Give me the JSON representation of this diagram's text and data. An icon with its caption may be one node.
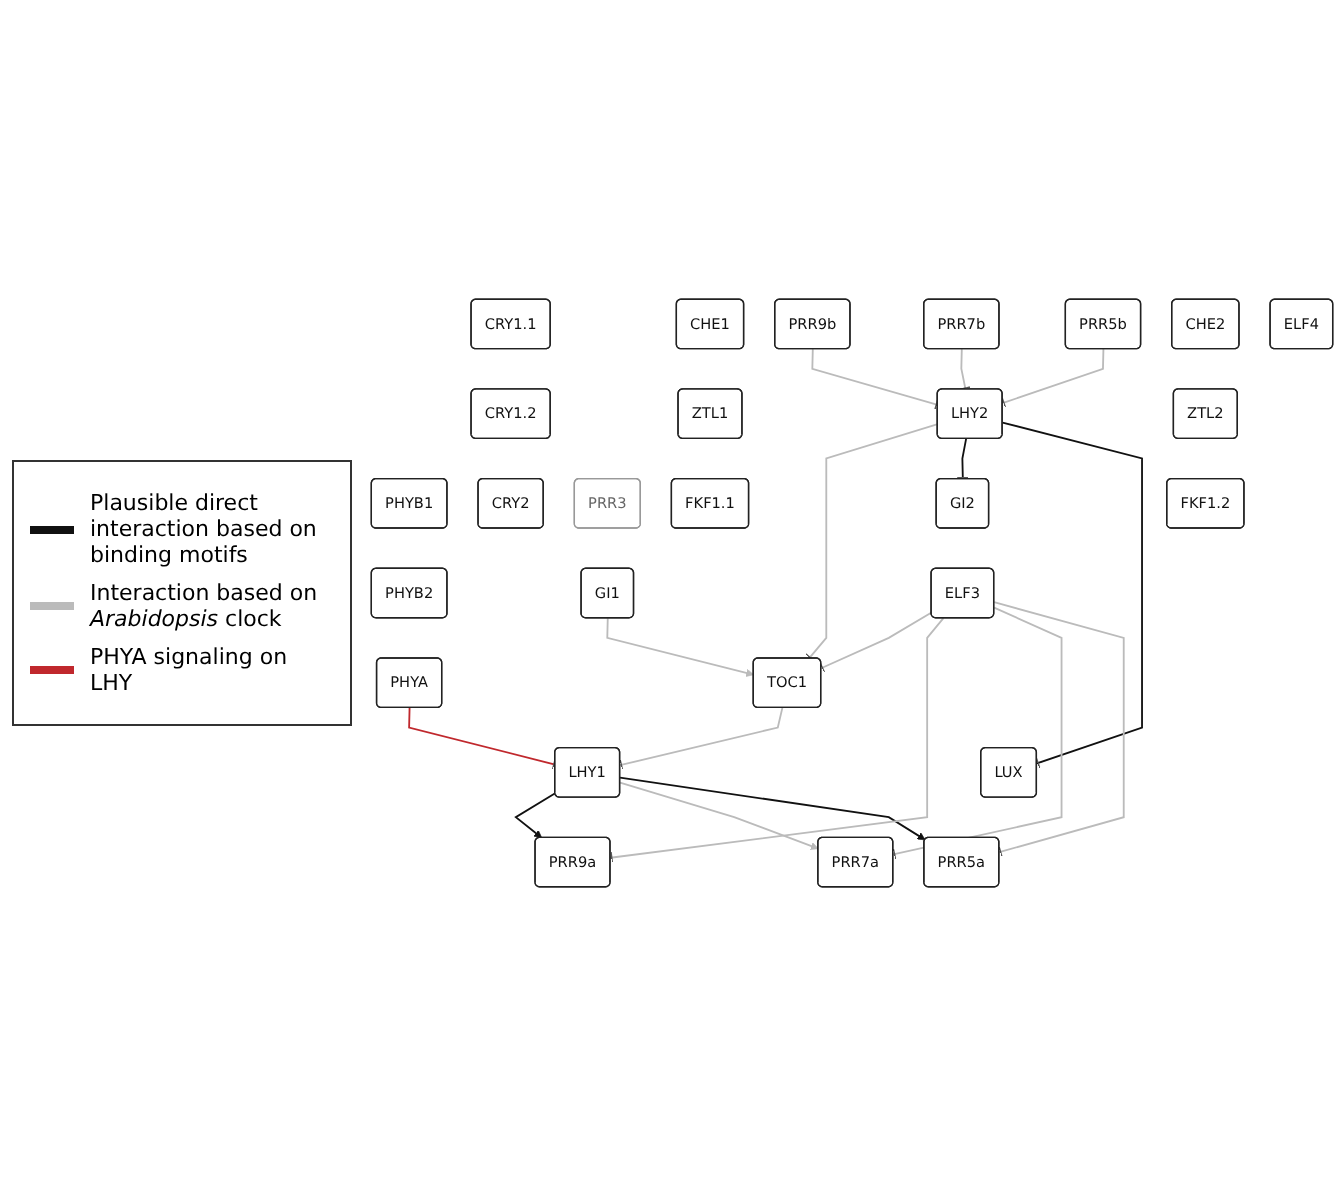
{
  "diagram": {
    "nodes": [
      {
        "text": [
          "CRY1.1"
        ]
      },
      {
        "text": [
          "PHYB1"
        ]
      },
      {
        "text": [
          "CRY1.2"
        ]
      },
      {
        "text": [
          "PHYB2"
        ]
      },
      {
        "text": [
          "CRY2"
        ]
      },
      {
        "text": [
          "PHYA"
        ]
      },
      {
        "text": [
          "PRR9a"
        ]
      },
      {
        "text": [
          "PRR9b"
        ]
      },
      {
        "text": [
          "PRR7a"
        ]
      },
      {
        "text": [
          "PRR7b"
        ]
      },
      {
        "text": [
          "PRR5a"
        ]
      },
      {
        "text": [
          "PRR5b"
        ]
      },
      {
        "text": [
          "LHY1"
        ]
      },
      {
        "text": [
          "LHY2"
        ]
      },
      {
        "text": [
          "CHE1"
        ]
      },
      {
        "text": [
          "CHE2"
        ]
      },
      {
        "text": [
          "TOC1"
        ]
      },
      {
        "text": [
          "PRR3"
        ]
      },
      {
        "text": [
          "ZTL1"
        ]
      },
      {
        "text": [
          "ZTL2"
        ]
      },
      {
        "text": [
          "FKF1.1"
        ]
      },
      {
        "text": [
          "FKF1.2"
        ]
      },
      {
        "text": [
          "GI1"
        ]
      },
      {
        "text": [
          "GI2"
        ]
      },
      {
        "text": [
          "ELF3"
        ]
      },
      {
        "text": [
          "ELF4"
        ]
      },
      {
        "text": [
          "LUX"
        ]
      }
    ],
    "edges": [
      {
        "from": 5,
        "to": 12,
        "arrow": "other",
        "color": "#c0282d"
      },
      {
        "from": 12,
        "to": 6,
        "arrow": "to",
        "color": "#111111"
      },
      {
        "from": 12,
        "to": 8,
        "arrow": "to"
      },
      {
        "from": 12,
        "to": 10,
        "arrow": "to",
        "color": "#111111"
      },
      {
        "from": 7,
        "to": 13,
        "arrow": "other"
      },
      {
        "from": 9,
        "to": 13,
        "arrow": "other"
      },
      {
        "from": 11,
        "to": 13,
        "arrow": "other"
      },
      {
        "from": 16,
        "to": 12,
        "arrow": "other"
      },
      {
        "from": 13,
        "to": 16,
        "arrow": "other"
      },
      {
        "from": 13,
        "to": 23,
        "arrow": "other",
        "color": "#111111"
      },
      {
        "from": 13,
        "to": 26,
        "arrow": "other",
        "color": "#111111"
      },
      {
        "from": 22,
        "to": 16,
        "arrow": "to"
      },
      {
        "from": 24,
        "to": 16,
        "arrow": "other"
      },
      {
        "from": 24,
        "to": 6,
        "arrow": "other"
      },
      {
        "from": 24,
        "to": 8,
        "arrow": "other"
      },
      {
        "from": 24,
        "to": 10,
        "arrow": "other"
      }
    ],
    "legend": [
      {
        "text": "Plausible direct interaction based on binding motifs",
        "color": "#111111"
      },
      {
        "text": "Interaction based on *Arabidopsis* clock",
        "color": "#bbbbbb"
      },
      {
        "text": "PHYA signaling on LHY",
        "color": "#c0282d"
      }
    ]
  }
}
